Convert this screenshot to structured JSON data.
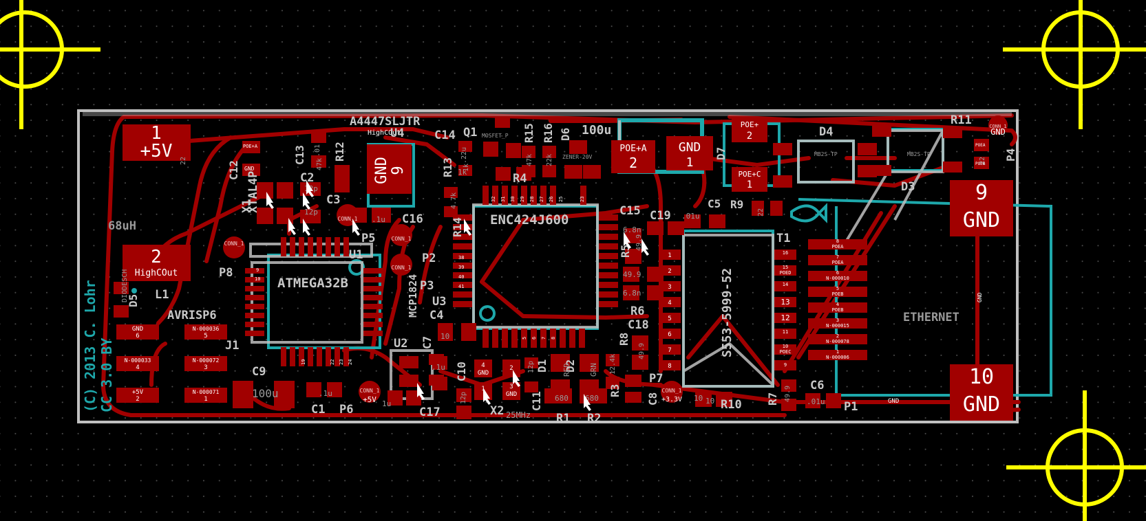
{
  "app": {
    "name": "PCB layout editor (KiCad Pcbnew)",
    "view": "board-layout"
  },
  "colors": {
    "background": "#000000",
    "copper_front": "#a10000",
    "silkscreen": "#c8c8c8",
    "courtyard": "#1ea8ab",
    "edge_cuts": "#c0c0c0",
    "fiducial": "#ffff00",
    "pad_text": "#ffffff"
  },
  "board": {
    "copyright": "(C) 2013 C. Lohr",
    "license": "CC 3.0 BY",
    "connector_label": "ETHERNET",
    "inductor_value": "68uH",
    "crystal_freq": "25MHz",
    "regulator_part": "A4447SLJTR",
    "regulator_net": "HighCOut"
  },
  "large_pads": [
    {
      "id": "p1-5v",
      "num": "1",
      "net": "+5V"
    },
    {
      "id": "p2-highcout",
      "num": "2",
      "net": "HighCOut"
    },
    {
      "id": "u4-gnd",
      "num": "9",
      "net": "GND"
    },
    {
      "id": "poe-a",
      "num": "2",
      "net": "POE+A"
    },
    {
      "id": "gnd-1",
      "num": "1",
      "net": "GND"
    },
    {
      "id": "d7-poe-plus",
      "num": "2",
      "net": "POE+"
    },
    {
      "id": "d7-poe-c",
      "num": "1",
      "net": "POE+C"
    },
    {
      "id": "eth-9",
      "num": "9",
      "net": "GND"
    },
    {
      "id": "eth-10",
      "num": "10",
      "net": "GND"
    }
  ],
  "components": {
    "U1": {
      "ref": "U1",
      "value": "ATMEGA32B"
    },
    "U2": {
      "ref": "U2"
    },
    "U3": {
      "ref": "U3",
      "value": "MCP1824"
    },
    "U4": {
      "ref": "U4"
    },
    "ENC": {
      "value": "ENC424J600"
    },
    "T1": {
      "ref": "T1",
      "value": "S553-5999-52"
    },
    "J1": {
      "ref": "J1",
      "value": "AVRISP6"
    },
    "X1": {
      "ref": "X1",
      "value": "XTAL4P"
    },
    "X2": {
      "ref": "X2"
    },
    "L1": {
      "ref": "L1"
    },
    "Q1": {
      "ref": "Q1",
      "value": "MOSFET_P"
    },
    "D1": {
      "ref": "D1",
      "value": "RED"
    },
    "D2": {
      "ref": "D2",
      "value": "GRN"
    },
    "D3": {
      "ref": "D3",
      "value": "MB2S-TP"
    },
    "D4": {
      "ref": "D4",
      "value": "MB2S-TP"
    },
    "D5": {
      "ref": "D5",
      "value": "DIODESCH"
    },
    "D6": {
      "ref": "D6",
      "value": "ZENER-20V"
    },
    "D7": {
      "ref": "D7"
    },
    "R1": {
      "ref": "R1",
      "value": "680"
    },
    "R2": {
      "ref": "R2",
      "value": "680"
    },
    "R3": {
      "ref": "R3",
      "value": "12.4k"
    },
    "R4": {
      "ref": "R4",
      "value": "1k"
    },
    "R5": {
      "ref": "R5",
      "value": "49.9"
    },
    "R6": {
      "ref": "R6",
      "value": "49.9"
    },
    "R7": {
      "ref": "R7",
      "value": "49.9"
    },
    "R8": {
      "ref": "R8",
      "value": "49.9"
    },
    "R9": {
      "ref": "R9",
      "value": "22"
    },
    "R10": {
      "ref": "R10",
      "value": "10"
    },
    "R11": {
      "ref": "R11",
      "value": "22"
    },
    "R12": {
      "ref": "R12",
      "value": "47k"
    },
    "R13": {
      "ref": "R13",
      "value": "1k"
    },
    "R14": {
      "ref": "R14",
      "value": "4.7k"
    },
    "R15": {
      "ref": "R15",
      "value": "47k"
    },
    "R16": {
      "ref": "R16",
      "value": "22k"
    },
    "C1": {
      "ref": "C1",
      "value": ".1u"
    },
    "C2": {
      "ref": "C2",
      "value": "12p"
    },
    "C3": {
      "ref": "C3",
      "value": "12p"
    },
    "C4": {
      "ref": "C4",
      "value": "10"
    },
    "C5": {
      "ref": "C5",
      "value": ".01u"
    },
    "C6": {
      "ref": "C6",
      "value": ".01u"
    },
    "C7": {
      "ref": "C7",
      "value": ".1u"
    },
    "C8": {
      "ref": "C8",
      "value": "10"
    },
    "C9": {
      "ref": "C9",
      "value": "100u"
    },
    "C10": {
      "ref": "C10",
      "value": "12p"
    },
    "C11": {
      "ref": "C11",
      "value": "12p"
    },
    "C12": {
      "ref": "C12",
      "value": "22"
    },
    "C13": {
      "ref": "C13",
      "value": ".01"
    },
    "C14": {
      "ref": "C14",
      "value": ".22u"
    },
    "C15": {
      "ref": "C15"
    },
    "C16": {
      "ref": "C16",
      "value": ".1u"
    },
    "C17": {
      "ref": "C17",
      "value": "1u"
    },
    "C18": {
      "ref": "C18",
      "value": "6.8n"
    },
    "C19": {
      "ref": "C19",
      "value": "6.8n"
    },
    "D6val": {
      "value": "100u"
    },
    "P1": {
      "ref": "P1"
    },
    "P2": {
      "ref": "P2"
    },
    "P3": {
      "ref": "P3"
    },
    "P4": {
      "ref": "P4"
    },
    "P5": {
      "ref": "P5"
    },
    "P6": {
      "ref": "P6",
      "net": "+5V"
    },
    "P7": {
      "ref": "P7",
      "net": "+3.3V"
    },
    "P8": {
      "ref": "P8"
    }
  },
  "conn_label": "CONN_1",
  "j1_pads": [
    {
      "num": "6",
      "net": "GND"
    },
    {
      "num": "4",
      "net": "N-000033"
    },
    {
      "num": "2",
      "net": "+5V"
    },
    {
      "num": "5",
      "net": "N-000036"
    },
    {
      "num": "3",
      "net": "N-000072"
    },
    {
      "num": "1",
      "net": "N-000071"
    }
  ],
  "eth_pads": [
    {
      "num": "8",
      "net": "POEA"
    },
    {
      "num": "7",
      "net": "POEA"
    },
    {
      "num": "6",
      "net": "N-000010"
    },
    {
      "num": "5",
      "net": "POEB"
    },
    {
      "num": "4",
      "net": "POEB"
    },
    {
      "num": "3",
      "net": "N-000015"
    },
    {
      "num": "2",
      "net": "N-000078"
    },
    {
      "num": "1",
      "net": "N-000006"
    }
  ],
  "t1_left_pins": [
    "1",
    "2",
    "3",
    "4",
    "5",
    "6",
    "7",
    "8"
  ],
  "t1_right_pins": [
    {
      "num": "16",
      "net": ""
    },
    {
      "num": "15",
      "net": "POED"
    },
    {
      "num": "14",
      "net": ""
    },
    {
      "num": "13",
      "net": ""
    },
    {
      "num": "12",
      "net": ""
    },
    {
      "num": "11",
      "net": ""
    },
    {
      "num": "10",
      "net": "POEC"
    },
    {
      "num": "9",
      "net": ""
    }
  ],
  "enc_top_pins": [
    "32",
    "31",
    "30",
    "29",
    "28",
    "27",
    "26",
    "25",
    "23"
  ],
  "enc_left_pins": [
    "38",
    "39",
    "40",
    "41"
  ],
  "enc_bottom_pins": [
    "5",
    "6",
    "7",
    "8"
  ],
  "u1_pins": {
    "left": [
      "9",
      "10"
    ],
    "bottom": [
      "19",
      "22",
      "23",
      "24"
    ]
  },
  "x2_pads": [
    {
      "num": "4",
      "net": "GND"
    },
    {
      "num": "2",
      "net": ""
    },
    {
      "num": "1",
      "net": ""
    },
    {
      "num": "3",
      "net": "GND"
    }
  ],
  "net_labels": {
    "gnd": "GND",
    "p5v": "+5V",
    "p33v": "+3.3V",
    "poe_a": "POE+A",
    "poe_b": "POEB"
  }
}
